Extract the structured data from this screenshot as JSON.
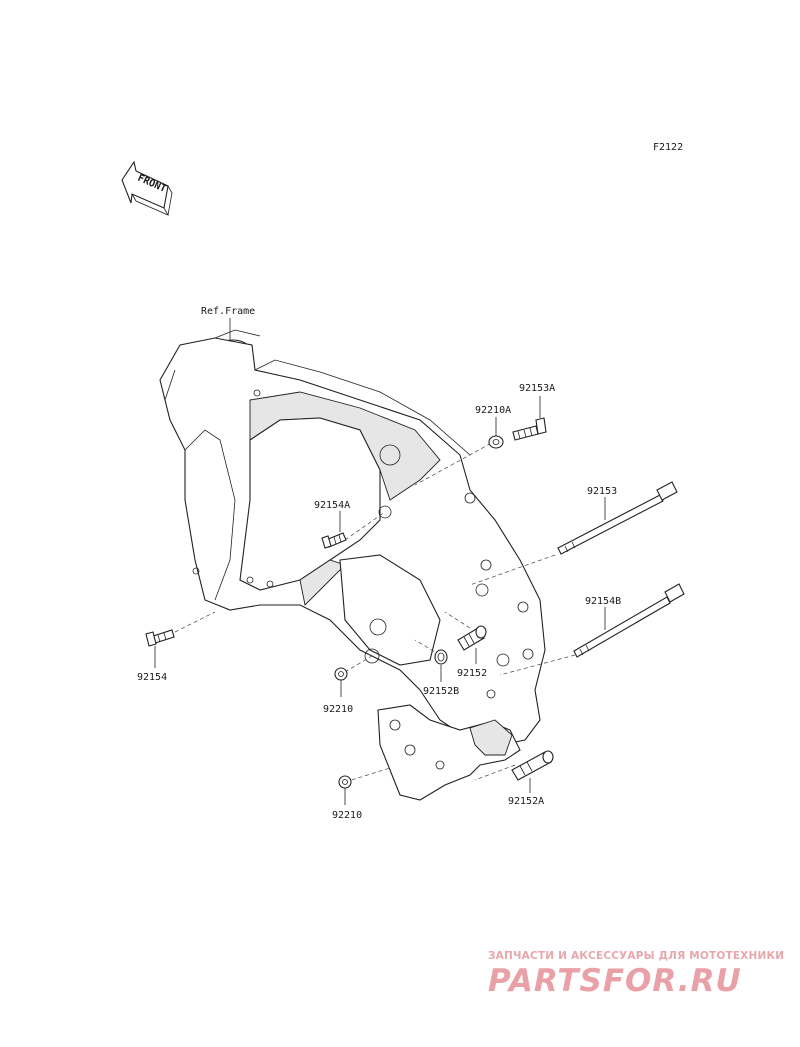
{
  "diagram_id": "F2122",
  "front_label": "FRONT",
  "ref_label": "Ref.Frame",
  "parts": {
    "p92153A": "92153A",
    "p92210A": "92210A",
    "p92154A": "92154A",
    "p92153": "92153",
    "p92154B": "92154B",
    "p92154": "92154",
    "p92152": "92152",
    "p92152B": "92152B",
    "p92210_upper": "92210",
    "p92210_lower": "92210",
    "p92152A": "92152A"
  },
  "watermark": {
    "tagline": "ЗАПЧАСТИ И АКСЕССУАРЫ ДЛЯ МОТОТЕХНИКИ",
    "logo": "PARTSFOR.RU"
  }
}
